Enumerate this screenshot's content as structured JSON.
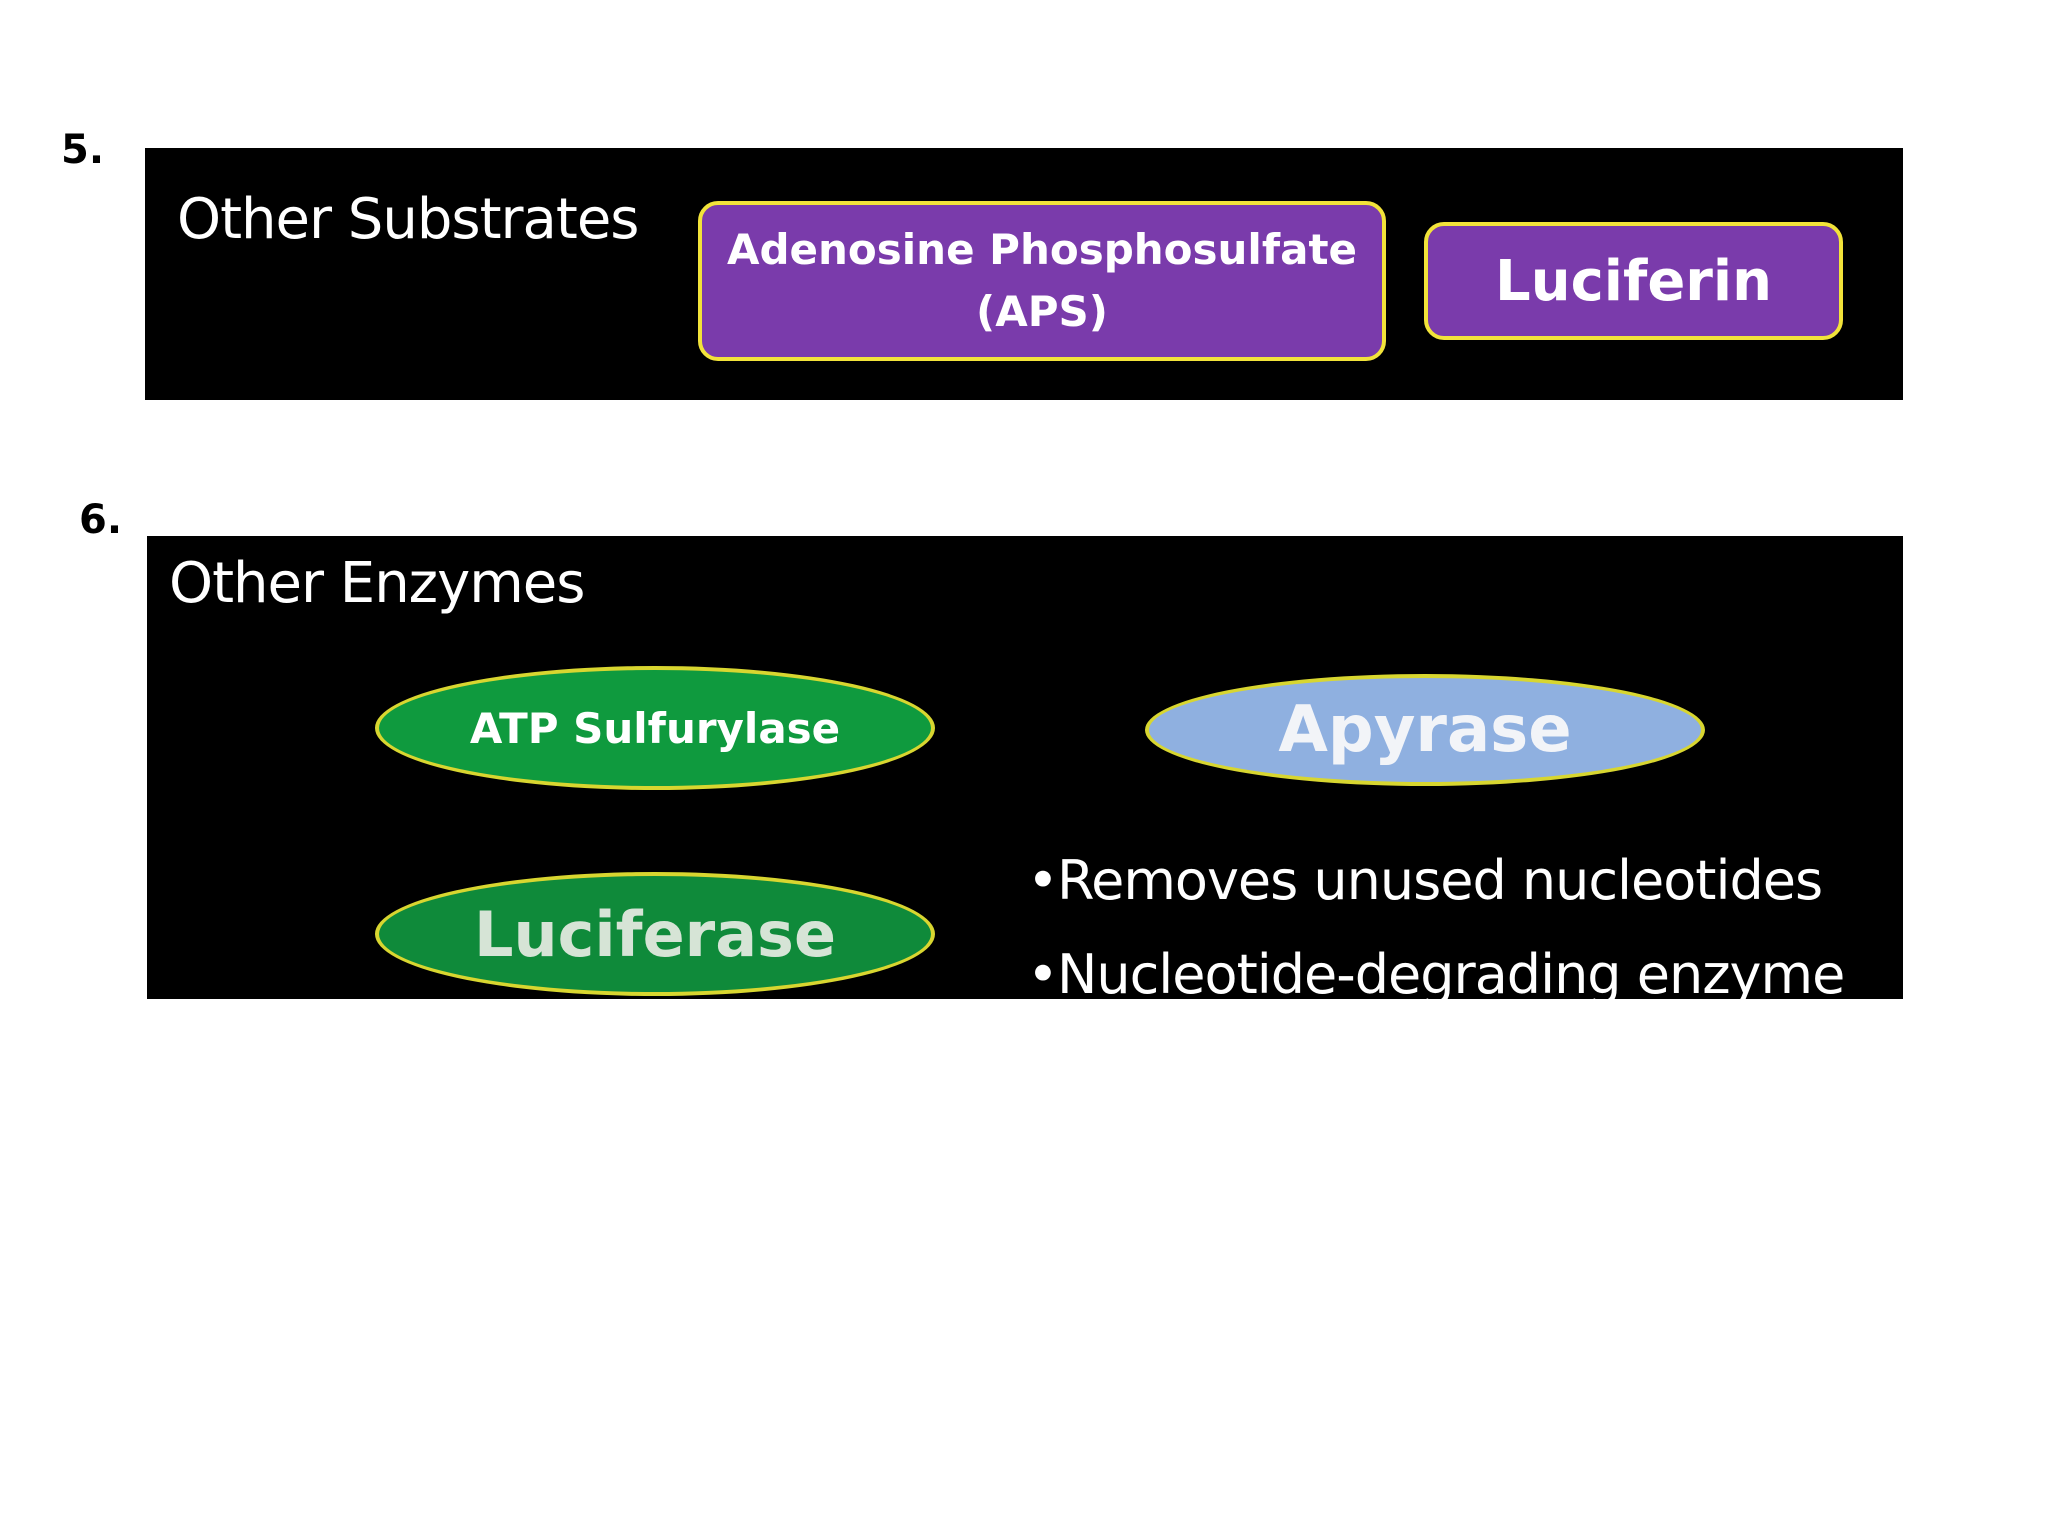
{
  "sections": [
    {
      "number": "5.",
      "title": "Other Substrates",
      "substrates": [
        {
          "label": "Adenosine Phosphosulfate\n(APS)"
        },
        {
          "label": "Luciferin"
        }
      ]
    },
    {
      "number": "6.",
      "title": "Other Enzymes",
      "enzymes": [
        {
          "label": "ATP Sulfurylase",
          "color": "#0f9a3e"
        },
        {
          "label": "Luciferase",
          "color": "#0f8a3a"
        },
        {
          "label": "Apyrase",
          "color": "#8fb0e0"
        }
      ],
      "bullet_symbol": "•",
      "bullets": [
        "Removes unused nucleotides",
        "Nucleotide-degrading enzyme"
      ]
    }
  ],
  "colors": {
    "panel_background": "#000000",
    "substrate_fill": "#7a3bab",
    "outline": "#f2e33a"
  }
}
